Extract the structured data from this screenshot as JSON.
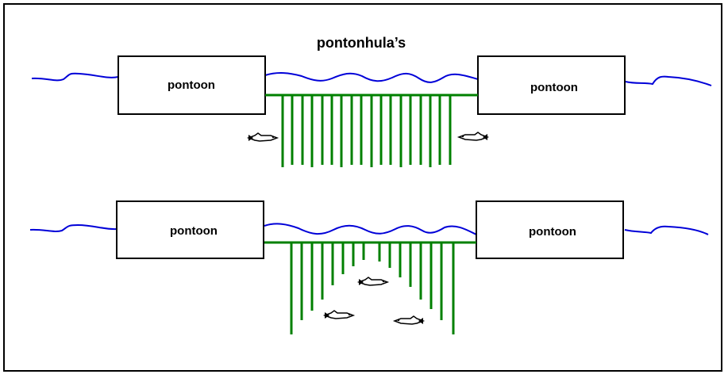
{
  "diagram": {
    "title": "pontonhula’s",
    "pontoon_label": "pontoon",
    "water_color": "#0000d8",
    "hula_color": "#008000",
    "top_scene": {
      "description_text": "",
      "left_pontoon": "pontoon",
      "right_pontoon": "pontoon"
    },
    "bottom_scene": {
      "left_pontoon": "pontoon",
      "right_pontoon": "pontoon"
    }
  }
}
